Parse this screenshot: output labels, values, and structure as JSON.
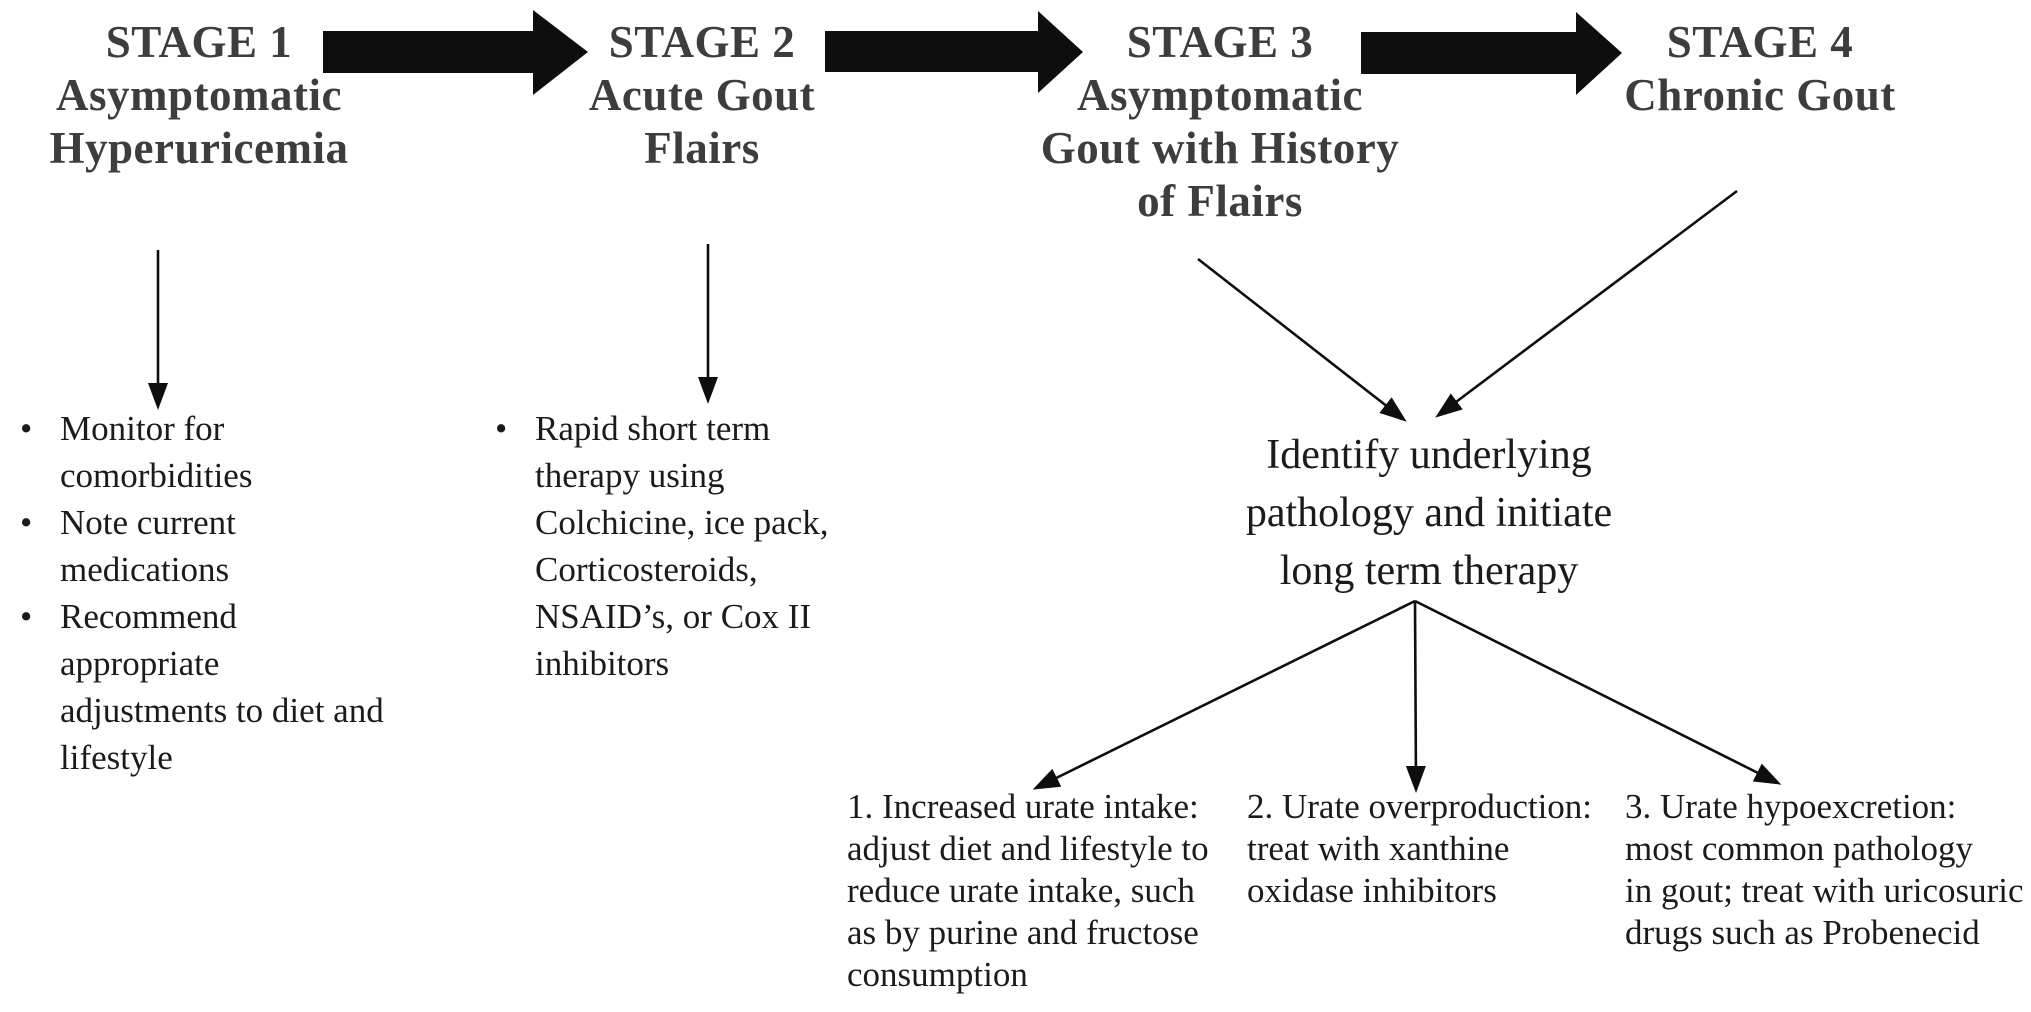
{
  "diagram": {
    "colors": {
      "heading": "#3d3d3d",
      "text": "#1b1b1b",
      "arrow": "#0e0e0e",
      "background": "#ffffff"
    },
    "stages": {
      "stage1": {
        "label": "STAGE 1\nAsymptomatic\nHyperuricemia"
      },
      "stage2": {
        "label": "STAGE 2\nAcute Gout\nFlairs"
      },
      "stage3": {
        "label": "STAGE 3\nAsymptomatic\nGout with History\nof Flairs"
      },
      "stage4": {
        "label": "STAGE 4\nChronic Gout"
      }
    },
    "bullet_char": "•",
    "stage1_actions": [
      "Monitor for\ncomorbidities",
      "Note current\nmedications",
      "Recommend\nappropriate\nadjustments to diet and\nlifestyle"
    ],
    "stage2_actions": [
      "Rapid short term\ntherapy using\nColchicine, ice pack,\nCorticosteroids,\nNSAID’s, or Cox II\ninhibitors"
    ],
    "identify_node": "Identify underlying\npathology and initiate\nlong term therapy",
    "pathologies": [
      "1. Increased urate intake:\nadjust diet and lifestyle to\nreduce urate intake, such\nas by purine and fructose\nconsumption",
      "2. Urate overproduction:\ntreat with xanthine\noxidase inhibitors",
      "3. Urate hypoexcretion:\nmost common pathology\nin gout; treat with uricosuric\ndrugs such as Probenecid"
    ]
  }
}
